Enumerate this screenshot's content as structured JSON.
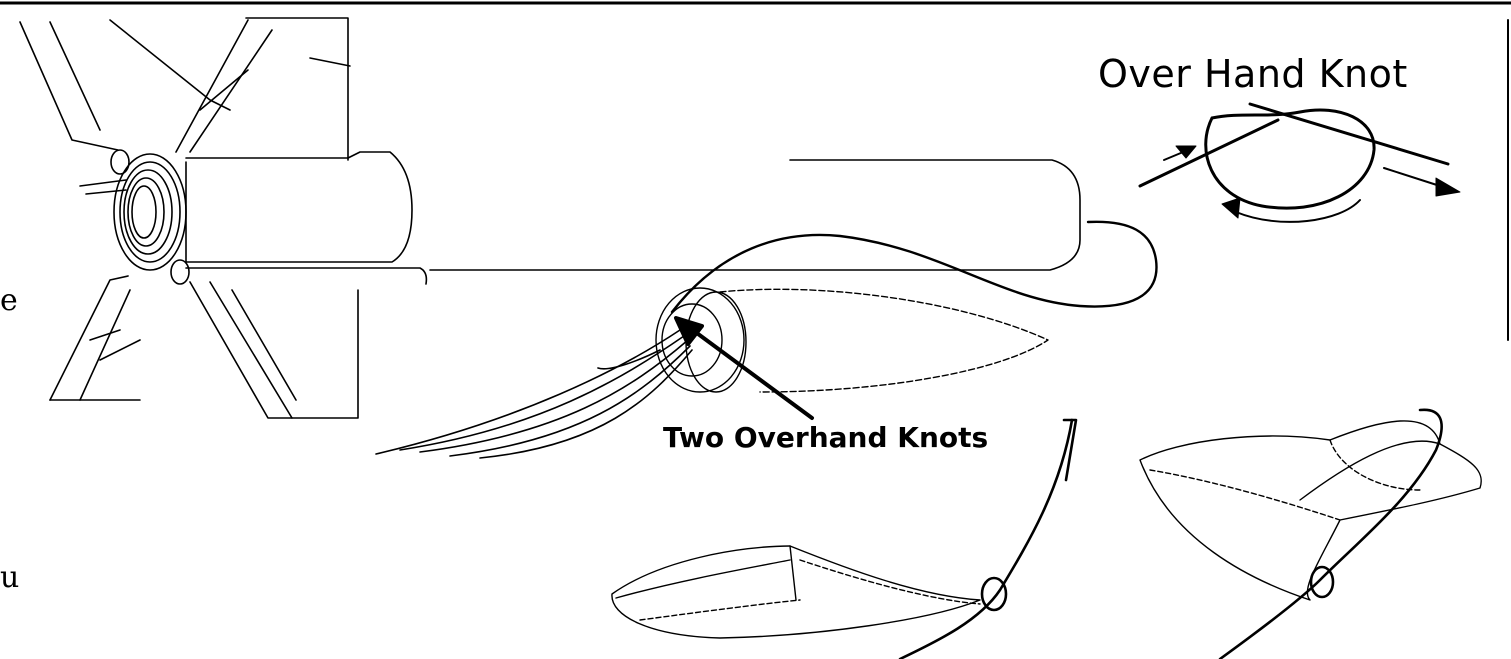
{
  "labels": {
    "overhand_title": "Over Hand Knot",
    "two_knots": "Two Overhand Knots"
  },
  "edge_fragments": {
    "left_upper": "e",
    "left_lower": "u"
  },
  "colors": {
    "ink": "#000000",
    "paper": "#ffffff"
  }
}
